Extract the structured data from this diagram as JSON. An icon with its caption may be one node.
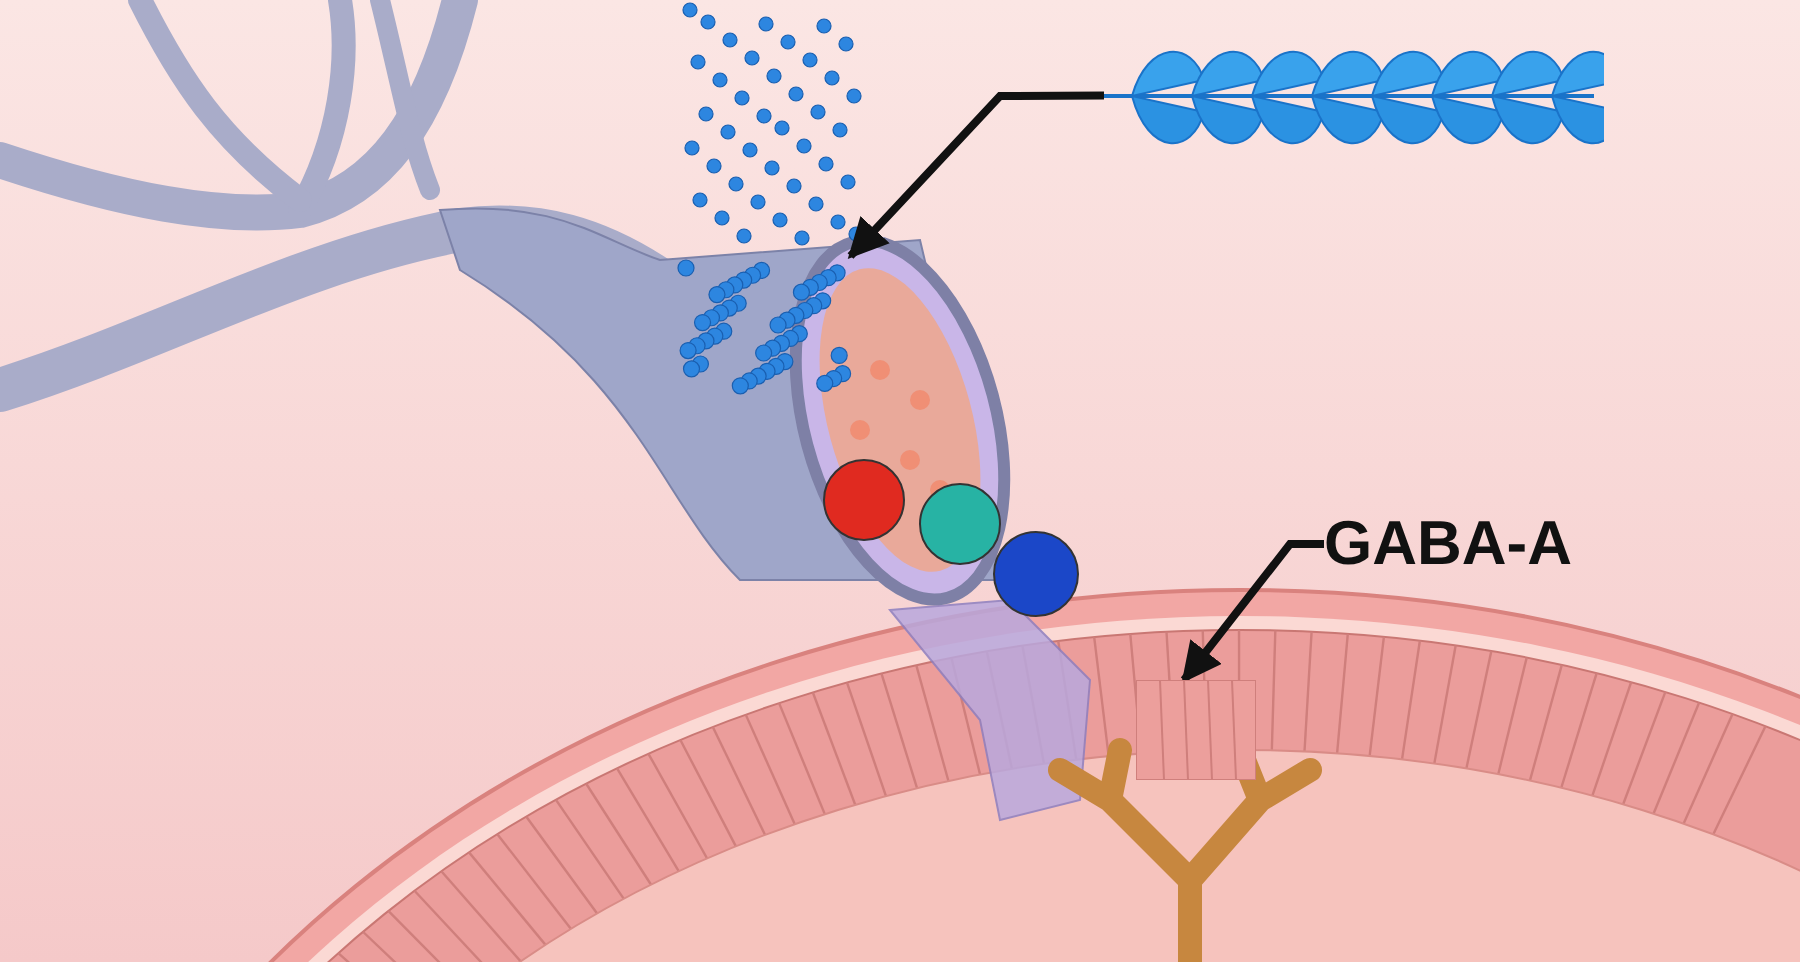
{
  "diagram": {
    "nodes": [
      {
        "text": [],
        "shape": "picture"
      },
      {
        "text": [],
        "shape": "picture"
      },
      {
        "text": [
          "GABA-A"
        ]
      },
      {
        "text": [],
        "shape": "picture"
      }
    ],
    "edges": [
      {
        "from": 0,
        "to": 1,
        "arrow": "to"
      },
      {
        "from": 2,
        "to": 3,
        "arrow": "to"
      }
    ]
  }
}
